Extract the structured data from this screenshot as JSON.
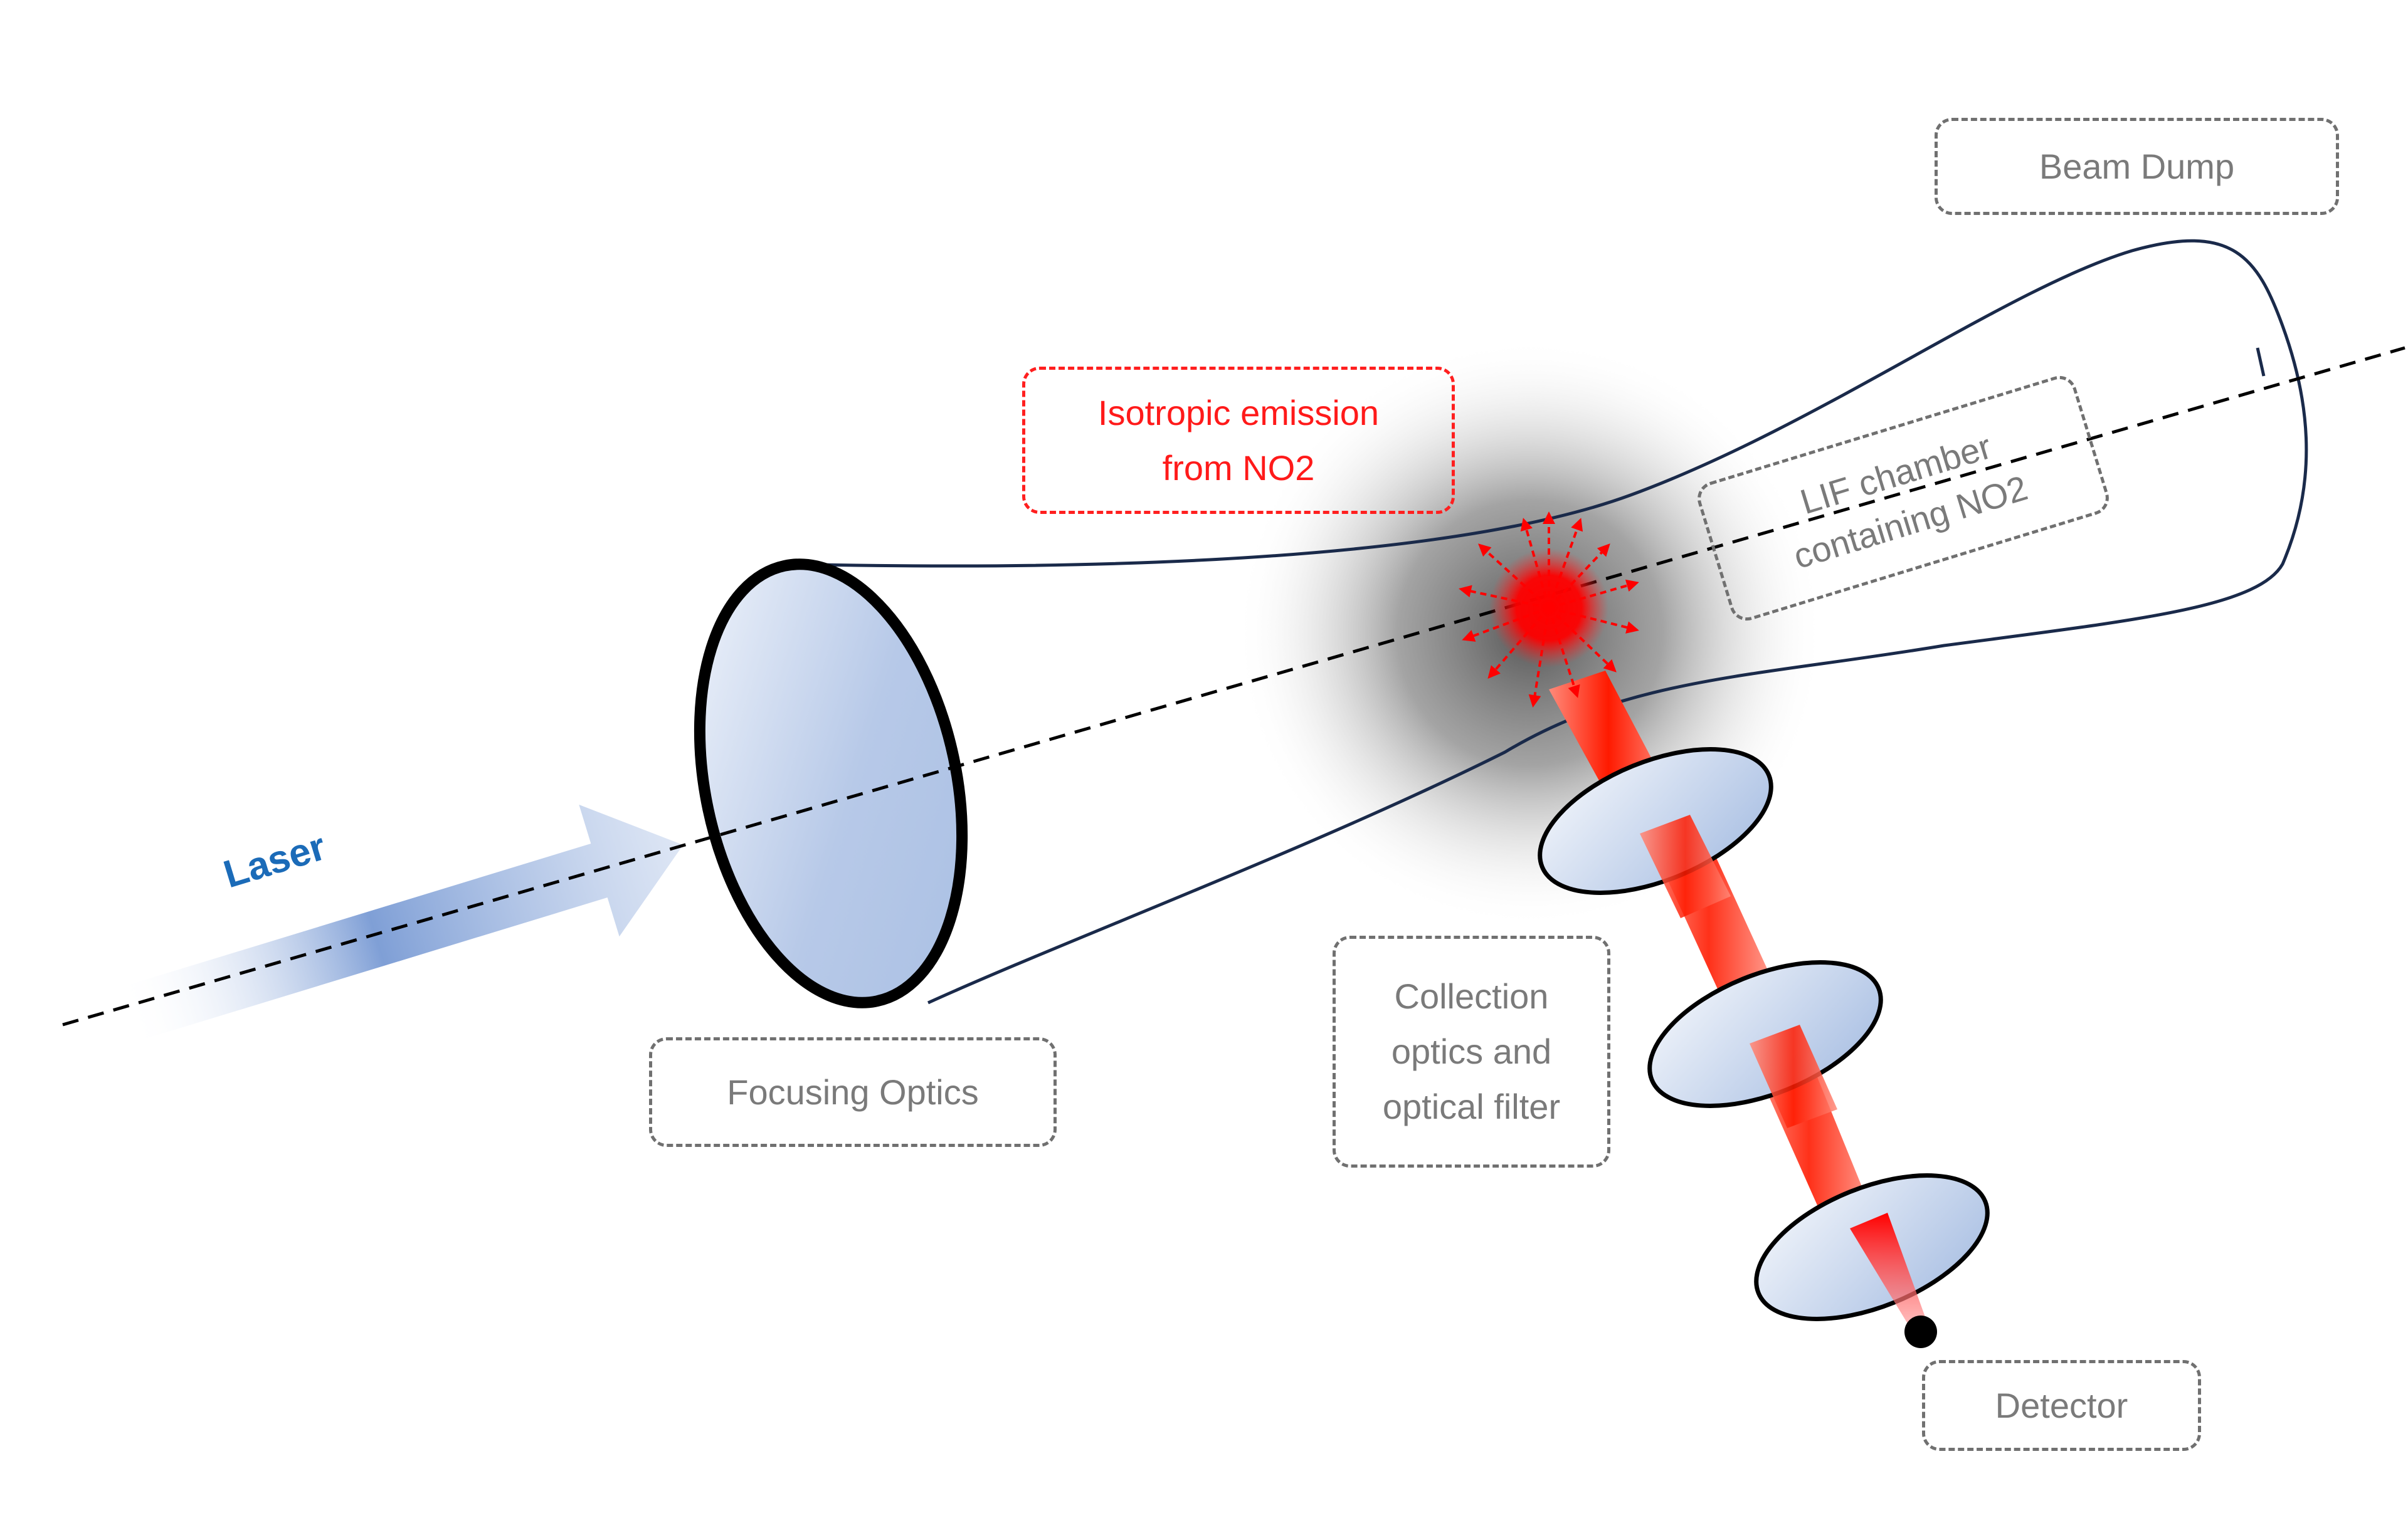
{
  "labels": {
    "laser": "Laser",
    "focusing_optics": "Focusing Optics",
    "isotropic_emission": "Isotropic emission\nfrom NO2",
    "lif_chamber": "LIF chamber\ncontaining NO2",
    "beam_dump": "Beam Dump",
    "collection_optics": "Collection\noptics and\noptical filter",
    "detector": "Detector"
  },
  "colors": {
    "laser_text": "#1b6bb8",
    "emission": "#ff0000",
    "lens_fill": "#b3c6e6",
    "outline": "#000000",
    "chamber_line": "#1a2a4a",
    "label_gray": "#7a7a7a"
  }
}
